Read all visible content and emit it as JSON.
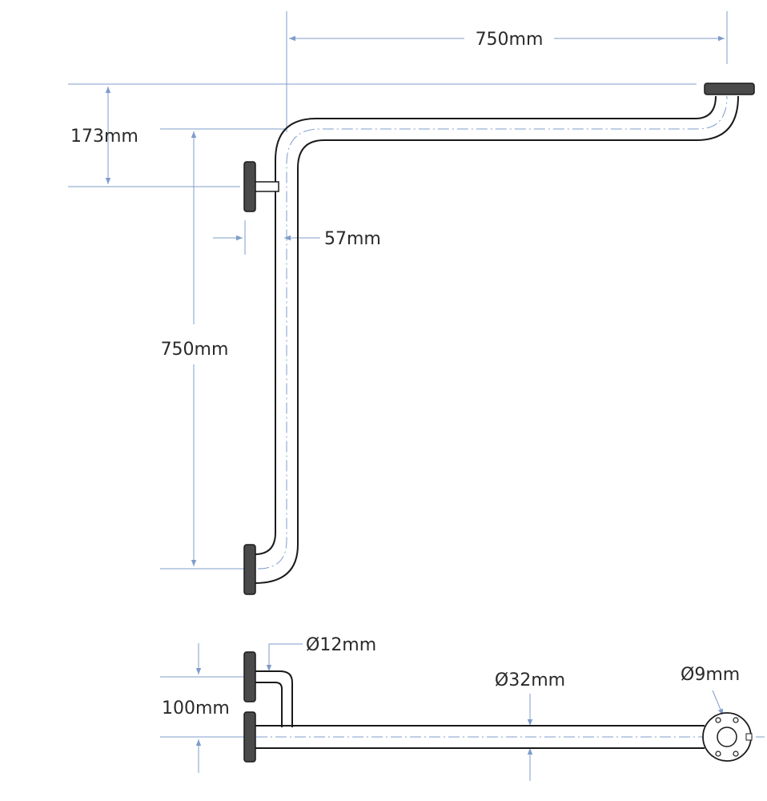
{
  "colors": {
    "ink": "#1a1a1a",
    "dim": "#7f9ccb",
    "text": "#2a2a2a",
    "plate": "#4a4a4a"
  },
  "labels": {
    "top_width": "750mm",
    "top_offset": "173mm",
    "height": "750mm",
    "wall_gap": "57mm",
    "post_dia": "Ø12mm",
    "tube_dia": "Ø32mm",
    "hole_dia": "Ø9mm",
    "depth": "100mm"
  }
}
